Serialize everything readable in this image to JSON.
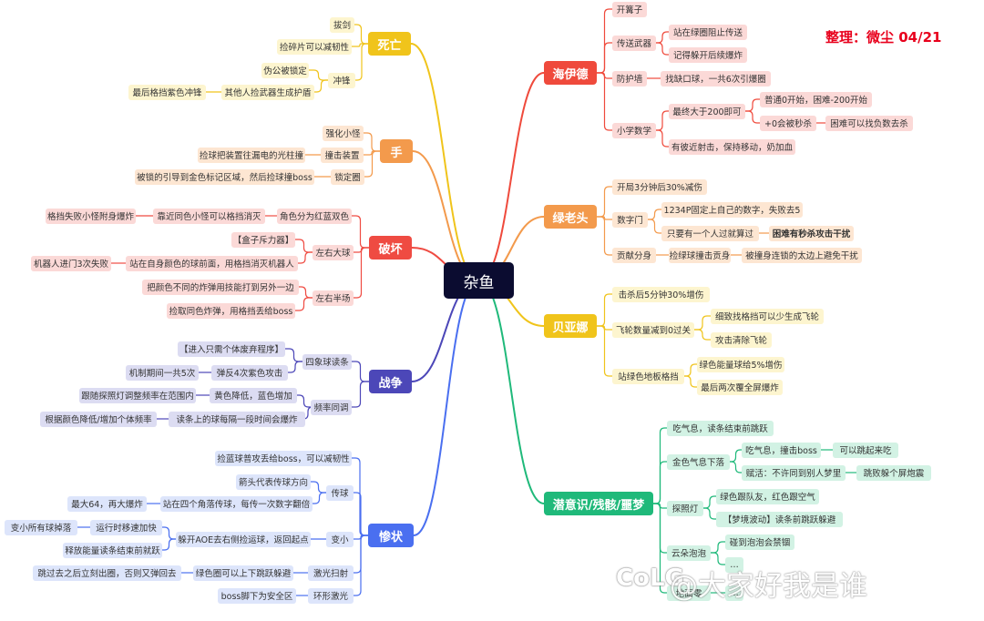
{
  "root": "杂鱼",
  "credit": "整理：微尘  04/21",
  "watermark": "@大家好我是谁",
  "watermark_logo": "CoLG",
  "branches": [
    {
      "id": "death",
      "label": "死亡",
      "color": "#f0c41b",
      "light": "#fdf5cf",
      "children": [
        {
          "label": "拔剑"
        },
        {
          "label": "捡碎片可以减韧性"
        },
        {
          "label": "冲锋",
          "children": [
            {
              "label": "伪公被锁定"
            },
            {
              "label": "其他人捡武器生成护盾",
              "children": [
                {
                  "label": "最后格挡紫色冲锋"
                }
              ]
            }
          ]
        }
      ]
    },
    {
      "id": "hand",
      "label": "手",
      "color": "#f39a4c",
      "light": "#fde6d2",
      "children": [
        {
          "label": "强化小怪"
        },
        {
          "label": "撞击装置",
          "children": [
            {
              "label": "捡球把装置往漏电的光柱撞"
            }
          ]
        },
        {
          "label": "锁定圈",
          "children": [
            {
              "label": "被锁的引导到金色标记区域，然后捡球撞boss"
            }
          ]
        }
      ]
    },
    {
      "id": "destroy",
      "label": "破坏",
      "color": "#ef4b42",
      "light": "#fbd9d7",
      "children": [
        {
          "label": "角色分为红蓝双色",
          "children": [
            {
              "label": "靠近同色小怪可以格挡消灭",
              "children": [
                {
                  "label": "格挡失败小怪附身爆炸"
                }
              ]
            }
          ]
        },
        {
          "label": "左右大球",
          "children": [
            {
              "label": "【盒子斥力器】"
            },
            {
              "label": "站在自身颜色的球前面，用格挡消灭机器人",
              "children": [
                {
                  "label": "机器人进门3次失败"
                }
              ]
            }
          ]
        },
        {
          "label": "左右半场",
          "children": [
            {
              "label": "把颜色不同的炸弹用技能打到另外一边"
            },
            {
              "label": "捡取同色炸弹，用格挡丢给boss"
            }
          ]
        }
      ]
    },
    {
      "id": "war",
      "label": "战争",
      "color": "#4c47b8",
      "light": "#dcdcf2",
      "children": [
        {
          "label": "四象球读条",
          "children": [
            {
              "label": "【进入只需个体废弃程序】"
            },
            {
              "label": "弹反4次紫色攻击",
              "children": [
                {
                  "label": "机制期间一共5次"
                }
              ]
            }
          ]
        },
        {
          "label": "频率同调",
          "children": [
            {
              "label": "黄色降低，蓝色增加",
              "children": [
                {
                  "label": "跟随探照灯调整频率在范围内"
                }
              ]
            },
            {
              "label": "读条上的球每隔一段时间会爆炸",
              "children": [
                {
                  "label": "根据颜色降低/增加个体频率"
                }
              ]
            }
          ]
        }
      ]
    },
    {
      "id": "tragic",
      "label": "惨状",
      "color": "#4a6ff0",
      "light": "#dde5fb",
      "children": [
        {
          "label": "捡蓝球普攻丢给boss，可以减韧性"
        },
        {
          "label": "传球",
          "children": [
            {
              "label": "箭头代表传球方向"
            },
            {
              "label": "站在四个角落传球，每传一次数字翻倍",
              "children": [
                {
                  "label": "最大64，再大爆炸"
                }
              ]
            }
          ]
        },
        {
          "label": "变小",
          "children": [
            {
              "label": "躲开AOE去右侧捡运球，返回起点",
              "children": [
                {
                  "label": "运行时移速加快",
                  "children": [
                    {
                      "label": "变小所有球掉落"
                    }
                  ]
                },
                {
                  "label": "释放能量读条结束前就跃"
                }
              ]
            }
          ]
        },
        {
          "label": "激光扫射",
          "children": [
            {
              "label": "绿色圈可以上下跳跃躲避",
              "children": [
                {
                  "label": "跳过去之后立刻出圈，否则又弹回去"
                }
              ]
            }
          ]
        },
        {
          "label": "环形激光",
          "children": [
            {
              "label": "boss脚下为安全区"
            }
          ]
        }
      ]
    },
    {
      "id": "hydra",
      "label": "海伊德",
      "color": "#ef4a3c",
      "light": "#fbd9d7",
      "children": [
        {
          "label": "开篝子"
        },
        {
          "label": "传送武器",
          "children": [
            {
              "label": "站在绿圈阻止传送"
            },
            {
              "label": "记得躲开后续爆炸"
            }
          ]
        },
        {
          "label": "防护墙",
          "children": [
            {
              "label": "找缺口球，一共6次引爆圈"
            }
          ]
        },
        {
          "label": "小学数学",
          "children": [
            {
              "label": "最终大于200即可",
              "children": [
                {
                  "label": "普通0开始，困难-200开始"
                },
                {
                  "label": "+0会被秒杀",
                  "children": [
                    {
                      "label": "困难可以找负数去杀"
                    }
                  ]
                }
              ]
            },
            {
              "label": "有彼近射击，保持移动，奶加血"
            }
          ]
        }
      ]
    },
    {
      "id": "greenhead",
      "label": "绿老头",
      "color": "#f39a4c",
      "light": "#fde6d2",
      "children": [
        {
          "label": "开局3分钟后30%减伤"
        },
        {
          "label": "数字门",
          "children": [
            {
              "label": "1234P固定上自己的数字，失败去5"
            },
            {
              "label": "只要有一个人过就算过",
              "children": [
                {
                  "label": "困难有秒杀攻击干扰",
                  "bold": true
                }
              ]
            }
          ]
        },
        {
          "label": "贡献分身",
          "children": [
            {
              "label": "捡绿球撞击贡身",
              "children": [
                {
                  "label": "被撞身连锁的太边上避免干扰"
                }
              ]
            }
          ]
        }
      ]
    },
    {
      "id": "bayonetta",
      "label": "贝亚娜",
      "color": "#f0c41b",
      "light": "#fdf5cf",
      "children": [
        {
          "label": "击杀后5分钟30%增伤"
        },
        {
          "label": "飞轮数量减到0过关",
          "children": [
            {
              "label": "细致找格挡可以少生成飞轮"
            },
            {
              "label": "攻击清除飞轮"
            }
          ]
        },
        {
          "label": "站绿色地板格挡",
          "children": [
            {
              "label": "绿色能量球给5%增伤"
            },
            {
              "label": "最后两次覆全屏爆炸"
            }
          ]
        }
      ]
    },
    {
      "id": "subconscious",
      "label": "潜意识/残骸/噩梦",
      "color": "#1fb97a",
      "light": "#d2f2e4",
      "children": [
        {
          "label": "吃气息，读条结束前跳跃"
        },
        {
          "label": "金色气息下落",
          "children": [
            {
              "label": "吃气息，撞击boss",
              "children": [
                {
                  "label": "可以跳起来吃"
                }
              ]
            },
            {
              "label": "赋活：不许同到别人梦里",
              "children": [
                {
                  "label": "跳败躲个屏炮震"
                }
              ]
            }
          ]
        },
        {
          "label": "探照灯",
          "children": [
            {
              "label": "绿色跟队友，红色跟空气"
            },
            {
              "label": "【梦境波动】读条前跳跃躲避"
            }
          ]
        },
        {
          "label": "云朵泡泡",
          "children": [
            {
              "label": "碰到泡泡会禁锢"
            },
            {
              "label": "…"
            }
          ]
        },
        {
          "label": "地面零",
          "children": [
            {
              "label": "…"
            }
          ]
        }
      ]
    }
  ]
}
